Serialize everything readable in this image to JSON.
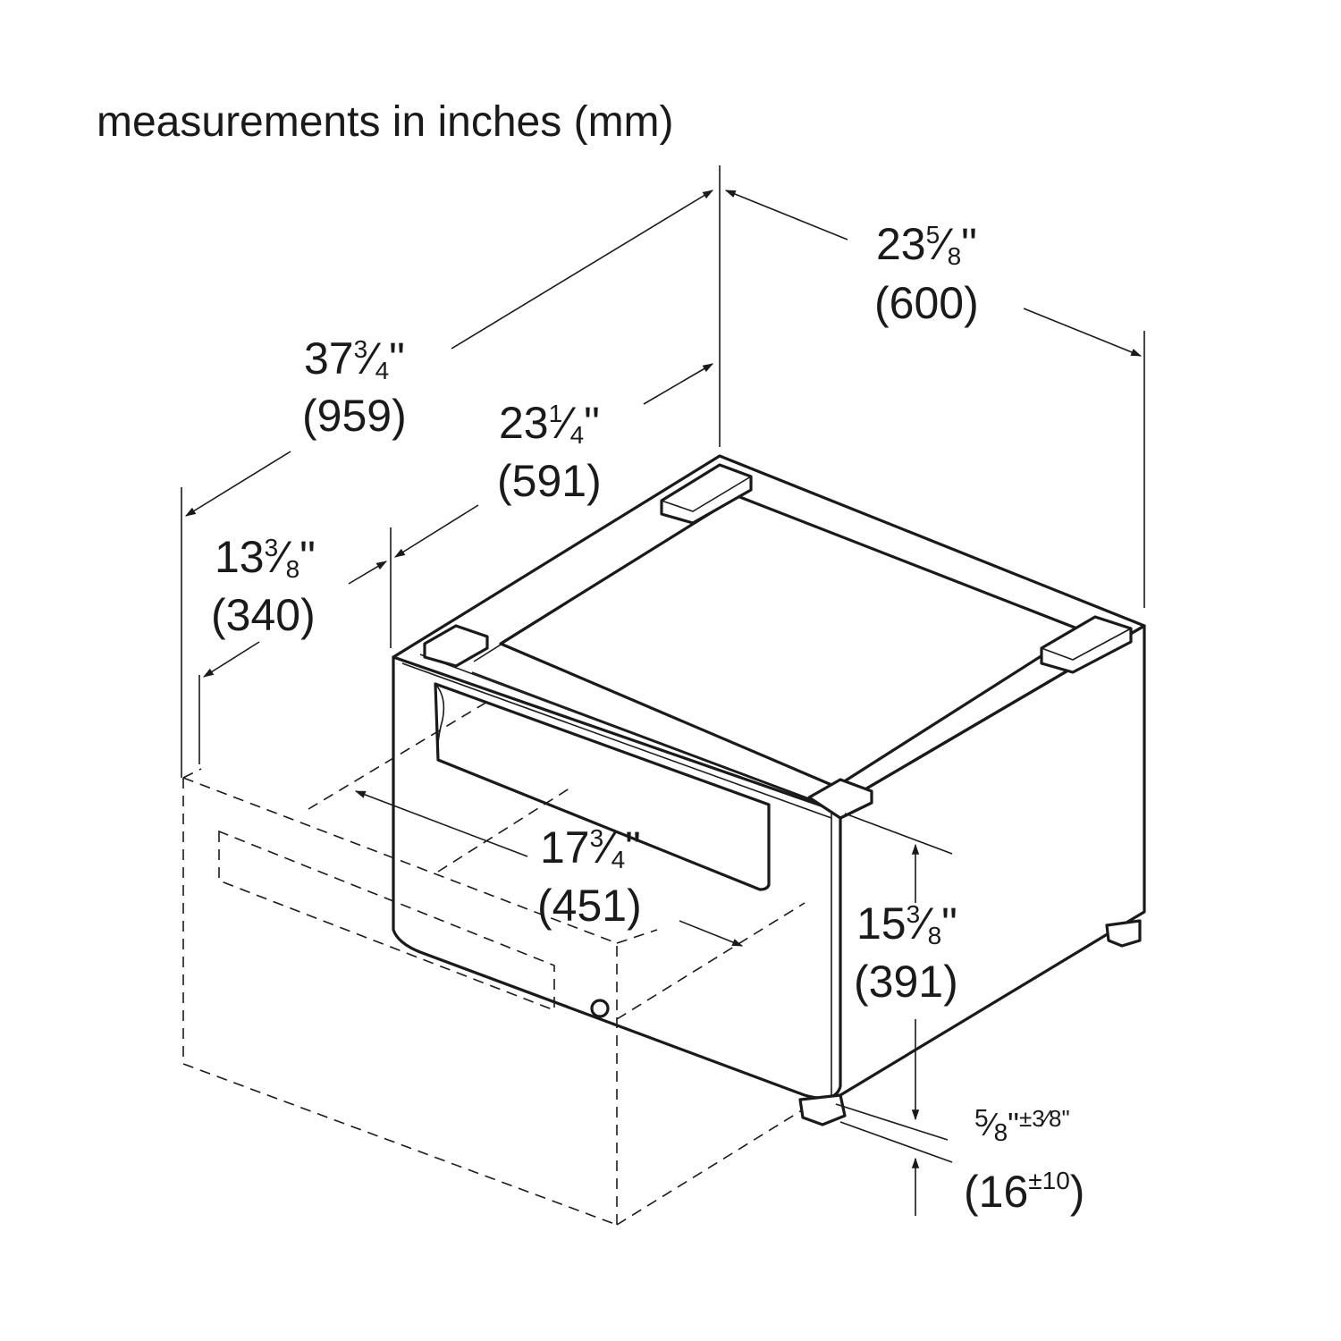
{
  "title": "measurements in inches (mm)",
  "dimensions": {
    "total_depth": {
      "imperial_whole": "37",
      "imperial_frac": "3",
      "imperial_den": "4",
      "metric": "(959)"
    },
    "width": {
      "imperial_whole": "23",
      "imperial_frac": "5",
      "imperial_den": "8",
      "metric": "(600)"
    },
    "body_depth": {
      "imperial_whole": "23",
      "imperial_frac": "1",
      "imperial_den": "4",
      "metric": "(591)"
    },
    "drawer_ext": {
      "imperial_whole": "13",
      "imperial_frac": "3",
      "imperial_den": "8",
      "metric": "(340)"
    },
    "drawer_width": {
      "imperial_whole": "17",
      "imperial_frac": "3",
      "imperial_den": "4",
      "metric": "(451)"
    },
    "height": {
      "imperial_whole": "15",
      "imperial_frac": "3",
      "imperial_den": "8",
      "metric": "(391)"
    },
    "foot": {
      "imperial_frac": "5",
      "imperial_den": "8",
      "tolerance_imperial": "±3⁄8\"",
      "metric_base": "(16",
      "metric_tolerance": "±10",
      "metric_close": ")"
    }
  },
  "inch_mark": "\"",
  "slash": "⁄"
}
